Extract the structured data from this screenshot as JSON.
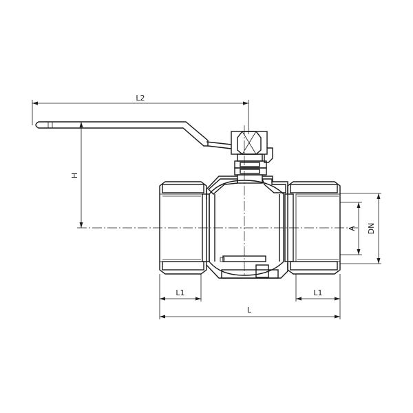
{
  "labels": {
    "L2": "L2",
    "H": "H",
    "A": "A",
    "DN": "DN",
    "L1_left": "L1",
    "L1_right": "L1",
    "L": "L"
  }
}
